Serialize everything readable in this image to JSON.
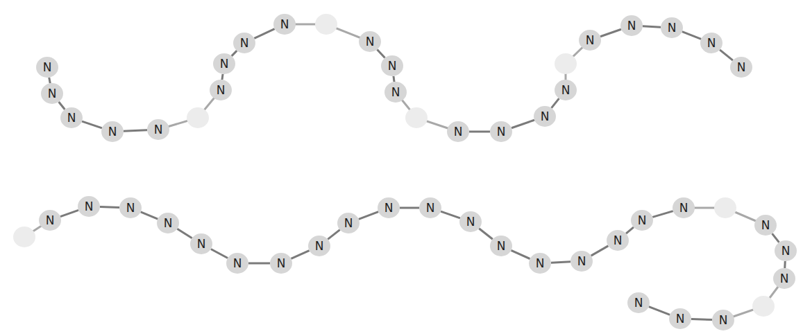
{
  "diagram": {
    "nodes": [
      {
        "text": [
          "N"
        ]
      },
      {
        "text": [
          "N"
        ]
      },
      {
        "text": [
          "N"
        ]
      },
      {
        "text": [
          "N"
        ]
      },
      {
        "text": [
          "N"
        ]
      },
      {
        "text": [
          "N"
        ]
      },
      {
        "text": [
          "N"
        ]
      },
      {
        "text": [
          "N"
        ]
      },
      {
        "text": [
          "N"
        ]
      },
      {
        "text": [
          "N"
        ]
      },
      {
        "text": [
          "N"
        ]
      },
      {
        "text": [
          "N"
        ]
      },
      {
        "text": [
          "N"
        ]
      },
      {
        "text": [
          "N"
        ]
      },
      {
        "text": [
          "N"
        ]
      },
      {
        "text": [
          "N"
        ]
      },
      {
        "text": [
          "N"
        ]
      },
      {
        "text": [
          "N"
        ]
      },
      {
        "text": [
          "N"
        ]
      },
      {
        "text": [
          "N"
        ]
      },
      {
        "text": [
          "N"
        ]
      },
      {
        "text": [
          "N"
        ]
      },
      {
        "text": [
          "N"
        ]
      },
      {
        "text": [
          "N"
        ]
      },
      {
        "text": [
          "N"
        ]
      },
      {
        "text": [
          "N"
        ]
      },
      {
        "text": [
          "N"
        ]
      },
      {
        "text": [
          "N"
        ]
      },
      {
        "text": [
          "N"
        ]
      },
      {
        "text": [
          "N"
        ]
      },
      {
        "text": [
          "N"
        ]
      },
      {
        "text": [
          "N"
        ]
      },
      {
        "text": [
          "N"
        ]
      },
      {
        "text": [
          "N"
        ]
      },
      {
        "text": [
          "N"
        ]
      },
      {
        "text": [
          "N"
        ]
      },
      {
        "text": [
          "N"
        ]
      },
      {
        "text": [
          "N"
        ]
      },
      {
        "text": [
          "N"
        ]
      },
      {
        "text": [
          "N"
        ]
      },
      {
        "text": [
          "N"
        ]
      },
      {
        "text": [
          "N"
        ]
      },
      {
        "text": [
          "N"
        ]
      },
      {
        "text": [
          "N"
        ]
      },
      {
        "text": [
          "N"
        ]
      }
    ],
    "edges": [
      {
        "from": 0,
        "to": 1,
        "arrow": "none"
      },
      {
        "from": 1,
        "to": 2,
        "arrow": "none"
      },
      {
        "from": 2,
        "to": 3,
        "arrow": "none"
      },
      {
        "from": 3,
        "to": 4,
        "arrow": "none"
      },
      {
        "from": 5,
        "to": 6,
        "arrow": "none"
      },
      {
        "from": 6,
        "to": 7,
        "arrow": "none"
      },
      {
        "from": 7,
        "to": 8,
        "arrow": "none"
      },
      {
        "from": 9,
        "to": 10,
        "arrow": "none"
      },
      {
        "from": 10,
        "to": 11,
        "arrow": "none"
      },
      {
        "from": 12,
        "to": 13,
        "arrow": "none"
      },
      {
        "from": 13,
        "to": 14,
        "arrow": "none"
      },
      {
        "from": 14,
        "to": 15,
        "arrow": "none"
      },
      {
        "from": 16,
        "to": 17,
        "arrow": "none"
      },
      {
        "from": 17,
        "to": 18,
        "arrow": "none"
      },
      {
        "from": 18,
        "to": 19,
        "arrow": "none"
      },
      {
        "from": 19,
        "to": 20,
        "arrow": "none"
      },
      {
        "from": 21,
        "to": 22,
        "arrow": "none"
      },
      {
        "from": 22,
        "to": 23,
        "arrow": "none"
      },
      {
        "from": 23,
        "to": 24,
        "arrow": "none"
      },
      {
        "from": 24,
        "to": 25,
        "arrow": "none"
      },
      {
        "from": 25,
        "to": 26,
        "arrow": "none"
      },
      {
        "from": 26,
        "to": 27,
        "arrow": "none"
      },
      {
        "from": 27,
        "to": 28,
        "arrow": "none"
      },
      {
        "from": 28,
        "to": 29,
        "arrow": "none"
      },
      {
        "from": 29,
        "to": 30,
        "arrow": "none"
      },
      {
        "from": 30,
        "to": 31,
        "arrow": "none"
      },
      {
        "from": 31,
        "to": 32,
        "arrow": "none"
      },
      {
        "from": 32,
        "to": 33,
        "arrow": "none"
      },
      {
        "from": 33,
        "to": 34,
        "arrow": "none"
      },
      {
        "from": 34,
        "to": 35,
        "arrow": "none"
      },
      {
        "from": 35,
        "to": 36,
        "arrow": "none"
      },
      {
        "from": 36,
        "to": 37,
        "arrow": "none"
      },
      {
        "from": 37,
        "to": 38,
        "arrow": "none"
      },
      {
        "from": 39,
        "to": 40,
        "arrow": "none"
      },
      {
        "from": 40,
        "to": 41,
        "arrow": "none"
      },
      {
        "from": 42,
        "to": 43,
        "arrow": "none"
      },
      {
        "from": 43,
        "to": 44,
        "arrow": "none"
      }
    ]
  }
}
